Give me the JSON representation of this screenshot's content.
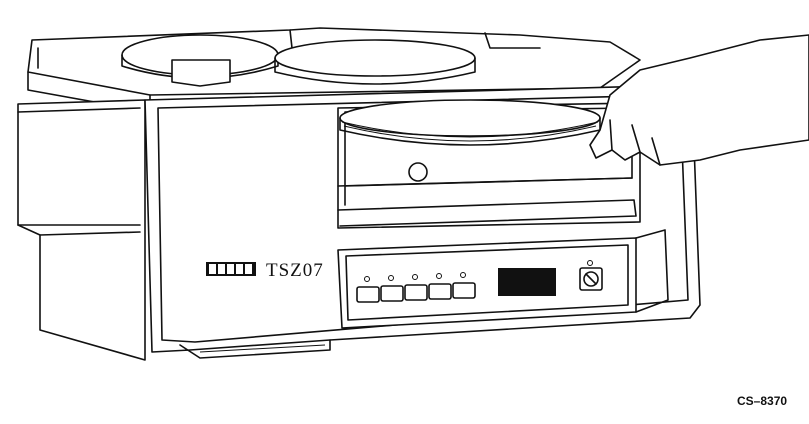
{
  "figure": {
    "model_label": "TSZ07",
    "figure_number": "CS–8370",
    "logo_text": "digital"
  },
  "panel": {
    "button_count": 5,
    "display": "led-readout",
    "switch": "power-switch"
  },
  "colors": {
    "ink": "#111111",
    "paper": "#ffffff"
  }
}
